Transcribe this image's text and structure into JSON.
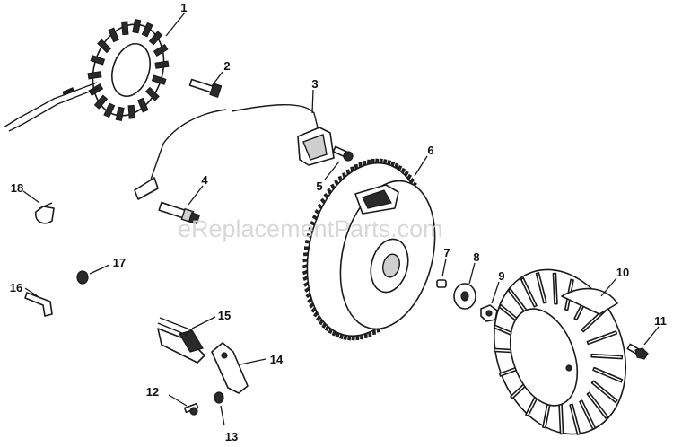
{
  "watermark": "eReplacementParts.com",
  "callouts": [
    {
      "id": "c1",
      "label": "1"
    },
    {
      "id": "c2",
      "label": "2"
    },
    {
      "id": "c3",
      "label": "3"
    },
    {
      "id": "c4",
      "label": "4"
    },
    {
      "id": "c5",
      "label": "5"
    },
    {
      "id": "c6",
      "label": "6"
    },
    {
      "id": "c7",
      "label": "7"
    },
    {
      "id": "c8",
      "label": "8"
    },
    {
      "id": "c9",
      "label": "9"
    },
    {
      "id": "c10",
      "label": "10"
    },
    {
      "id": "c11",
      "label": "11"
    },
    {
      "id": "c12",
      "label": "12"
    },
    {
      "id": "c13",
      "label": "13"
    },
    {
      "id": "c14",
      "label": "14"
    },
    {
      "id": "c15",
      "label": "15"
    },
    {
      "id": "c16",
      "label": "16"
    },
    {
      "id": "c17",
      "label": "17"
    },
    {
      "id": "c18",
      "label": "18"
    }
  ]
}
